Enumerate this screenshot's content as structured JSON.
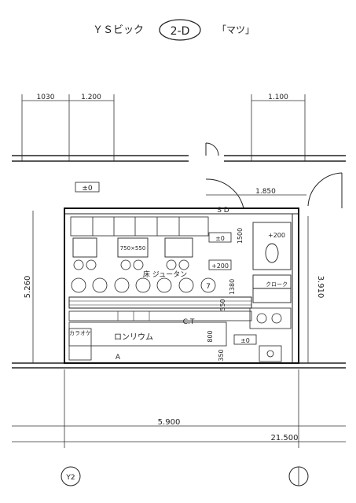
{
  "header": {
    "title_left": "ＹＳビック",
    "room_code": "2-D",
    "title_right": "「マツ」"
  },
  "dimensions": {
    "top_left_1": "1030",
    "top_left_2": "1.200",
    "top_right": "1.100",
    "door_width": "1.850",
    "height_left": "5.260",
    "height_right": "3.910",
    "bottom_inner": "5.900",
    "bottom_total": "21.500",
    "v1": "1500",
    "v2": "1380",
    "v3": "800",
    "v4": "550",
    "v5": "350"
  },
  "level_marks": {
    "outer": "±0",
    "sd_top": "±0",
    "wc_top": "+200",
    "stage": "+200",
    "wc_bottom": "±0"
  },
  "rooms": {
    "floor": "床 ジュータン",
    "table_size": "750×550",
    "lino": "ロンリウム",
    "kara": "カラオケ",
    "ct": "C.T",
    "sd": "S D",
    "closet": "クローク",
    "label_a": "A",
    "nana": "7"
  },
  "axis": {
    "y": "Y2"
  }
}
